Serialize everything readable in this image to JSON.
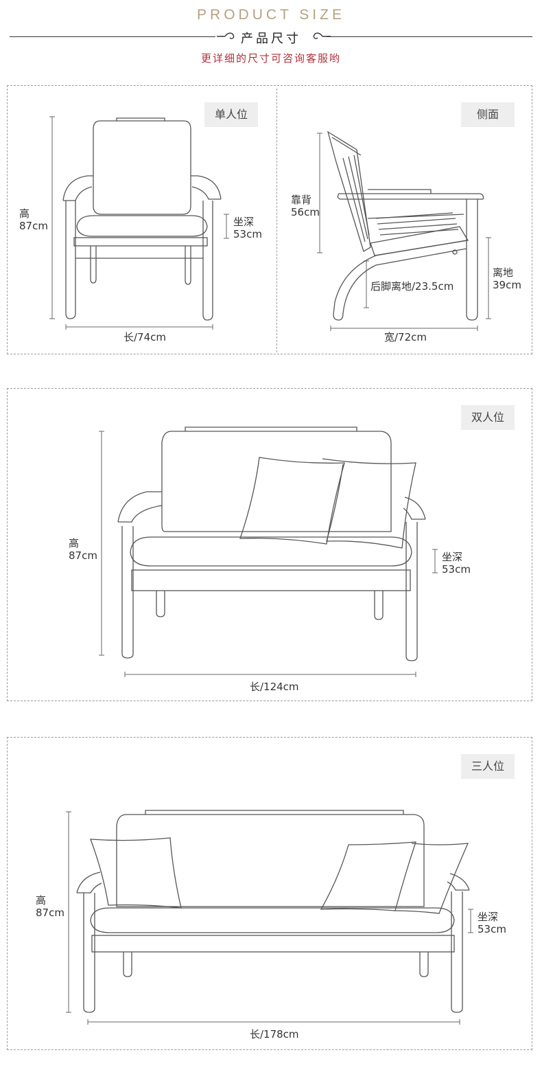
{
  "header": {
    "en_title": "PRODUCT SIZE",
    "cn_title": "产品尺寸",
    "subtitle": "更详细的尺寸可咨询客服哟"
  },
  "single": {
    "tag": "单人位",
    "height_label": "高",
    "height_value": "87cm",
    "seat_depth_label": "坐深",
    "seat_depth_value": "53cm",
    "length": "长/74cm"
  },
  "side": {
    "tag": "侧面",
    "back_label": "靠背",
    "back_value": "56cm",
    "rear_leg": "后脚离地/23.5cm",
    "ground_label": "离地",
    "ground_value": "39cm",
    "width": "宽/72cm"
  },
  "double": {
    "tag": "双人位",
    "height_label": "高",
    "height_value": "87cm",
    "seat_depth_label": "坐深",
    "seat_depth_value": "53cm",
    "length": "长/124cm"
  },
  "triple": {
    "tag": "三人位",
    "height_label": "高",
    "height_value": "87cm",
    "seat_depth_label": "坐深",
    "seat_depth_value": "53cm",
    "length": "长/178cm"
  },
  "colors": {
    "accent_gold": "#b4a282",
    "subtitle_red": "#b0303a",
    "tag_bg": "#eeeeee"
  }
}
